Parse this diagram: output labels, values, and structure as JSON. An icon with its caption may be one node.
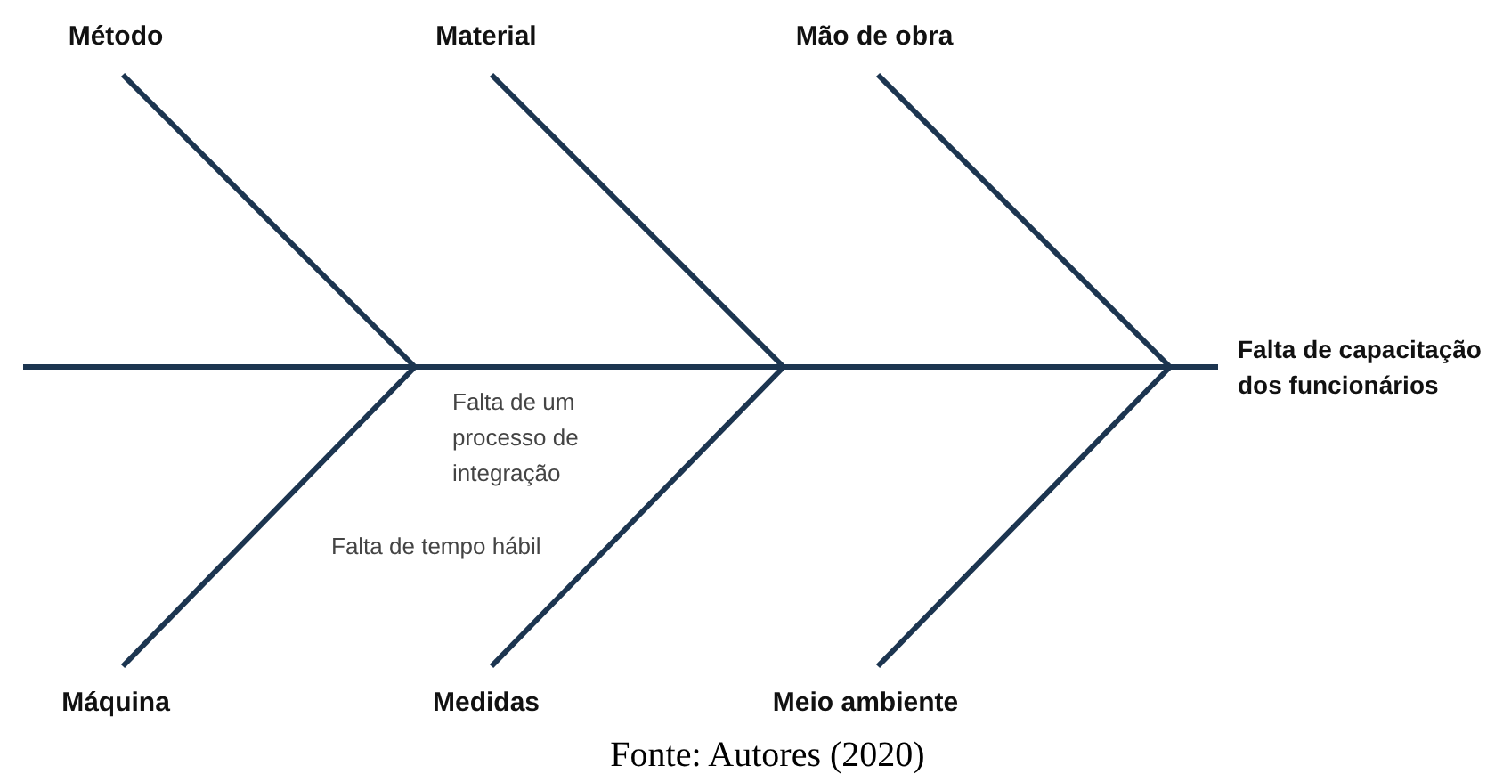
{
  "diagram": {
    "caption": "Fonte: Autores (2020)",
    "nodes": [
      {
        "text": [
          "Método"
        ]
      },
      {
        "text": [
          "Material"
        ]
      },
      {
        "text": [
          "Mão de obra"
        ]
      },
      {
        "text": [
          "Falta de capacitação dos funcionários"
        ]
      },
      {
        "text": [
          "Máquina"
        ]
      },
      {
        "text": [
          "Medidas"
        ]
      },
      {
        "text": [
          "Meio ambiente"
        ]
      }
    ],
    "edges": [
      {
        "from": 0,
        "to": null,
        "arrow": "none"
      },
      {
        "from": 1,
        "to": null,
        "arrow": "none"
      },
      {
        "from": 2,
        "to": null,
        "arrow": "none"
      },
      {
        "from": 4,
        "to": null,
        "arrow": "none"
      },
      {
        "from": 5,
        "to": null,
        "arrow": "none"
      },
      {
        "from": 6,
        "to": null,
        "arrow": "none"
      },
      {
        "from": null,
        "to": 3,
        "arrow": "none"
      }
    ],
    "labels": [
      "Falta de um processo de integração",
      "Falta de tempo hábil"
    ]
  }
}
